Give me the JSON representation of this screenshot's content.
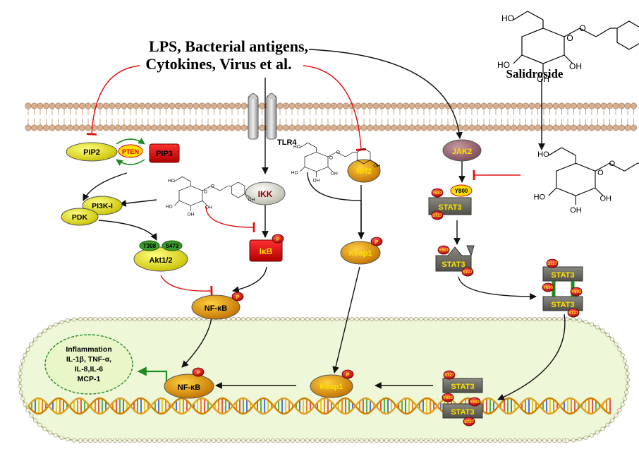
{
  "stimulus": {
    "line1": "LPS, Bacterial antigens,",
    "line2": "Cytokines, Virus et al."
  },
  "compound": {
    "name": "Salidroside"
  },
  "receptor": {
    "label": "TLR4"
  },
  "chem": {
    "oh": "OH",
    "ho": "HO"
  },
  "nodes": {
    "pip2": "PIP2",
    "pten": "PTEN",
    "pip3": "PIP3",
    "pi3k": "PI3K-I",
    "pdk": "PDK",
    "t308": "T308",
    "s473": "S473",
    "akt": "Akt1/2",
    "ikk": "IKK",
    "ikb": "IκB",
    "nfkb": "NF-κB",
    "nrf2": "Nrf2",
    "keap1": "Keap1",
    "jak2": "JAK2",
    "y800": "Y800",
    "y693": "Y693",
    "s727": "S727",
    "stat3": "STAT3",
    "p": "P"
  },
  "inflammation": {
    "line1": "Inflammation",
    "line2": "IL-1β, TNF-α,",
    "line3": "IL-8,IL-6",
    "line4": "MCP-1"
  },
  "colors": {
    "inhibit": "#e01010",
    "activate": "#111111",
    "yellow": "#e8e000",
    "red": "#e00000",
    "orange": "#e09000",
    "green": "#3a8a2a",
    "nucleus": "#eef7d8"
  }
}
